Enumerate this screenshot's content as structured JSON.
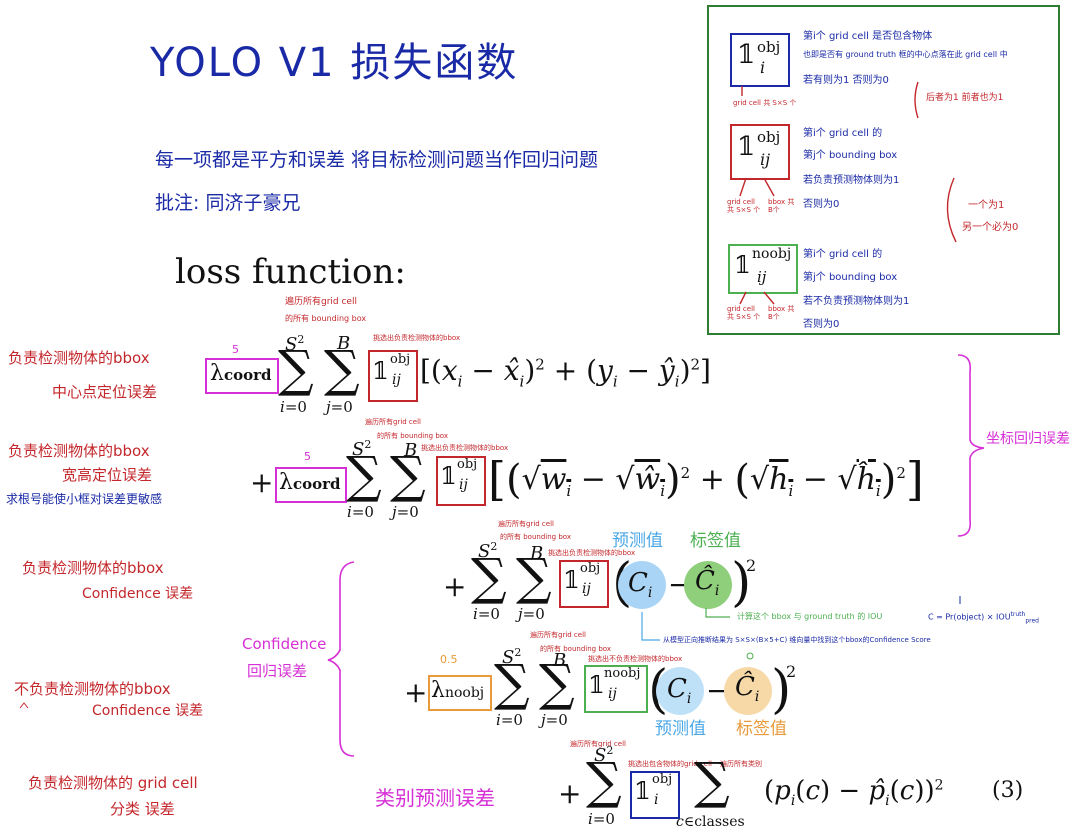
{
  "title": "YOLO V1 损失函数",
  "note1": "每一项都是平方和误差  将目标检测问题当作回归问题",
  "note2": "批注: 同济子豪兄",
  "loss_heading": "loss function:",
  "legend": {
    "obj_i_desc": [
      "第i个 grid cell 是否包含物体",
      "也即是否有 ground truth 框的中心点落在此 grid cell 中",
      "若有则为1 否则为0"
    ],
    "obj_i_sub": "grid cell 共 S×S 个",
    "side_note_1": "后者为1 前者也为1",
    "obj_ij_desc": [
      "第i个 grid cell 的",
      "第j个 bounding box",
      "若负责预测物体则为1",
      "否则为0"
    ],
    "obj_ij_sub_a": "grid cell 共 S×S 个",
    "obj_ij_sub_b": "bbox 共B个",
    "side_note_2": [
      "一个为1",
      "另一个必为0"
    ],
    "noobj_ij_desc": [
      "第i个 grid cell 的",
      "第j个 bounding box",
      "若不负责预测物体则为1",
      "否则为0"
    ],
    "noobj_sub_a": "grid cell 共 S×S 个",
    "noobj_sub_b": "bbox 共B个"
  },
  "rows": [
    {
      "label": [
        "负责检测物体的bbox",
        "中心点定位误差"
      ]
    },
    {
      "label": [
        "负责检测物体的bbox",
        "宽高定位误差"
      ],
      "label_extra": "求根号能使小框对误差更敏感"
    },
    {
      "label": [
        "负责检测物体的bbox",
        "Confidence 误差"
      ]
    },
    {
      "label": [
        "不负责检测物体的bbox",
        "Confidence 误差"
      ]
    },
    {
      "label": [
        "负责检测物体的 grid cell",
        "分类 误差"
      ]
    }
  ],
  "annotations": {
    "coord_weight": "5",
    "noobj_weight": "0.5",
    "sum_note_1": "遍历所有grid cell",
    "sum_note_2": "的所有 bounding box",
    "pick_obj": "挑选出负责检测物体的bbox",
    "pick_noobj": "挑选出不负责检测物体的bbox",
    "pick_cell": "挑选出包含物体的grid cell",
    "all_cells": "遍历所有grid cell",
    "all_classes": "遍历所有类别",
    "coord_regression": "坐标回归误差",
    "conf_regression": [
      "Confidence",
      "回归误差"
    ],
    "class_error": "类别预测误差",
    "pred": "预测值",
    "label_val": "标签值",
    "iou_note": "计算这个 bbox 与 ground truth 的 IOU",
    "conf_formula": "C = Pr(object) × IOU",
    "conf_sup": "truth",
    "conf_sub": "pred",
    "model_note": "从模型正向推断结果为 S×S×(B×5+C) 维向量中找到这个bbox的Confidence Score",
    "eq_number": "(3)"
  },
  "colors": {
    "red": "#c3272b",
    "blue": "#1a2aa6",
    "magenta": "#d62fd6",
    "green": "#4caf50",
    "orange": "#e99a3a",
    "sky": "#4aa7e6"
  }
}
